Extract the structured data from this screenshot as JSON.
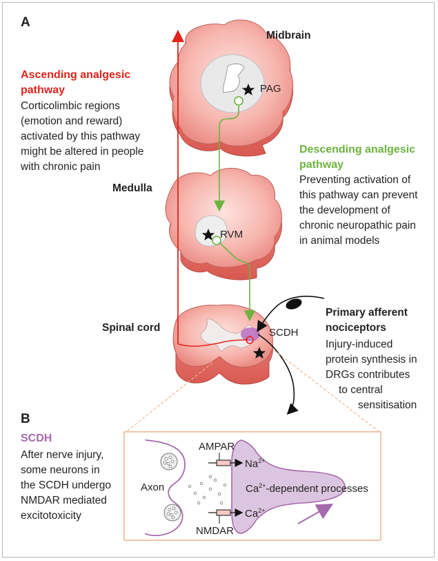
{
  "panel_a": {
    "letter": "A",
    "midbrain_label": "Midbrain",
    "medulla_label": "Medulla",
    "spinal_cord_label": "Spinal cord",
    "pag_label": "PAG",
    "rvm_label": "RVM",
    "scdh_label": "SCDH",
    "ascending": {
      "title": [
        "Ascending analgesic",
        "pathway"
      ],
      "body": [
        "Corticolimbic regions",
        "(emotion and reward)",
        "activated by this pathway",
        "might be altered in people",
        "with chronic pain"
      ],
      "color": "#e2231a"
    },
    "descending": {
      "title": [
        "Descending analgesic",
        "pathway"
      ],
      "body": [
        "Preventing activation of",
        "this pathway can prevent",
        "the development of",
        "chronic neuropathic pain",
        "in animal models"
      ],
      "color": "#6db33f"
    },
    "afferent": {
      "title": [
        "Primary afferent",
        "nociceptors"
      ],
      "body": [
        "Injury-induced",
        "protein synthesis in",
        "DRGs contributes",
        "to central",
        "sensitisation"
      ]
    }
  },
  "panel_b": {
    "letter": "B",
    "title": "SCDH",
    "title_color": "#a56aab",
    "body": [
      "After nerve injury,",
      "some neurons in",
      "the SCDH undergo",
      "NMDAR mediated",
      "excitotoxicity"
    ],
    "axon_label": "Axon",
    "ampar_label": "AMPAR",
    "nmdar_label": "NMDAR",
    "na_ion": "Na",
    "na_charge": "2+",
    "ca_ion": "Ca",
    "ca_charge": "2+",
    "process_ion": "Ca",
    "process_charge": "2+",
    "process_text": "-dependent processes",
    "box_border_color": "#f2b38c"
  }
}
